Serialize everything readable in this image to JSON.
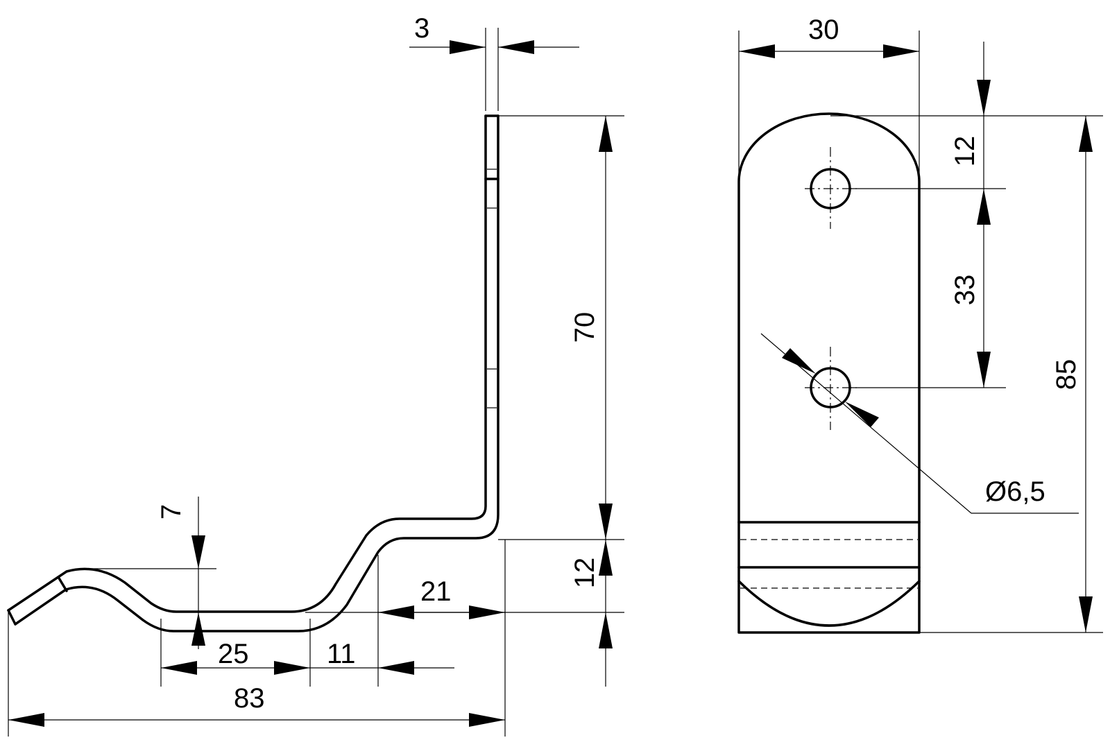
{
  "side_view": {
    "thickness": "3",
    "upright_height": "70",
    "step_height": "12",
    "dip_depth": "7",
    "step_run": "21",
    "base_length": "25",
    "slope_run": "11",
    "overall_length": "83"
  },
  "front_view": {
    "width": "30",
    "top_to_hole": "12",
    "hole_spacing": "33",
    "overall_height": "85",
    "hole_diameter": "Ø6,5"
  }
}
